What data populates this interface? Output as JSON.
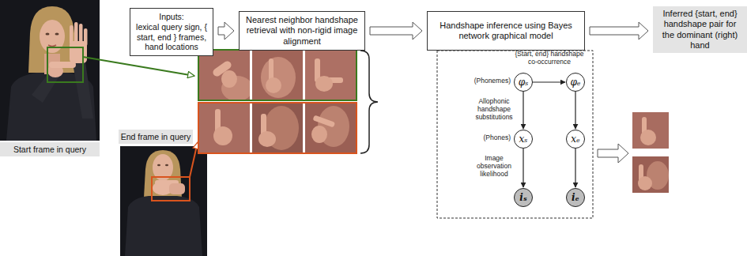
{
  "diagram": {
    "nodes": [
      {
        "text": [
          "Inputs:",
          "lexical query sign, { start, end } frames, hand locations"
        ]
      },
      {
        "text": [
          "Nearest neighbor handshape retrieval with non-rigid image alignment"
        ]
      },
      {
        "text": [
          "Handshape inference using Bayes network graphical model"
        ]
      },
      {
        "text": [
          "Inferred {start, end} handshape pair for the dominant (right) hand"
        ]
      },
      {
        "text": [
          "Start frame in query"
        ]
      },
      {
        "text": [
          "End frame in query"
        ]
      },
      {
        "text": [
          "φₛ"
        ]
      },
      {
        "text": [
          "φₑ"
        ]
      },
      {
        "text": [
          "xₛ"
        ]
      },
      {
        "text": [
          "xₑ"
        ]
      },
      {
        "text": [
          "iₛ"
        ]
      },
      {
        "text": [
          "iₑ"
        ]
      }
    ],
    "edges": [
      {
        "from": 0,
        "to": 1,
        "arrow": "to"
      },
      {
        "from": 1,
        "to": 2,
        "arrow": "to"
      },
      {
        "from": 2,
        "to": 3,
        "arrow": "to"
      },
      {
        "from": 6,
        "to": 7,
        "label": "{Start, end} handshape co-occurrence",
        "arrow": "to"
      },
      {
        "from": 6,
        "to": 8,
        "label": "Allophonic handshape substitutions",
        "arrow": "to"
      },
      {
        "from": 7,
        "to": 9,
        "arrow": "to"
      },
      {
        "from": 8,
        "to": 10,
        "label": "Image observation likelihood",
        "arrow": "to"
      },
      {
        "from": 9,
        "to": 11,
        "arrow": "to"
      }
    ],
    "labels": [
      "(Phonemes)",
      "(Phones)"
    ]
  }
}
